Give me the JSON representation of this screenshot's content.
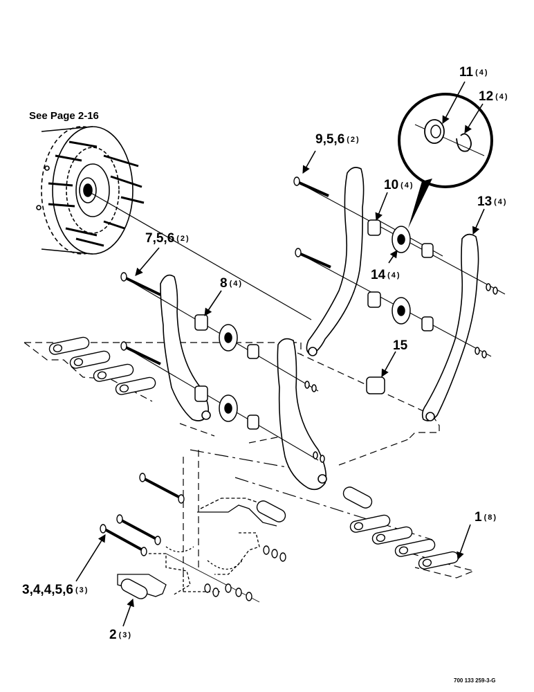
{
  "reference": "See Page 2-16",
  "figure_id": "700 133 259-3-G",
  "callouts": [
    {
      "id": "c1",
      "number": "1",
      "qty": "(8)"
    },
    {
      "id": "c2",
      "number": "2",
      "qty": "(3)"
    },
    {
      "id": "c3",
      "number": "3,4,4,5,6",
      "qty": "(3)"
    },
    {
      "id": "c7",
      "number": "7,5,6",
      "qty": "(2)"
    },
    {
      "id": "c8",
      "number": "8",
      "qty": "(4)"
    },
    {
      "id": "c9",
      "number": "9,5,6",
      "qty": "(2)"
    },
    {
      "id": "c10",
      "number": "10",
      "qty": "(4)"
    },
    {
      "id": "c11",
      "number": "11",
      "qty": "(4)"
    },
    {
      "id": "c12",
      "number": "12",
      "qty": "(4)"
    },
    {
      "id": "c13",
      "number": "13",
      "qty": "(4)"
    },
    {
      "id": "c14",
      "number": "14",
      "qty": "(4)"
    },
    {
      "id": "c15",
      "number": "15",
      "qty": ""
    }
  ]
}
